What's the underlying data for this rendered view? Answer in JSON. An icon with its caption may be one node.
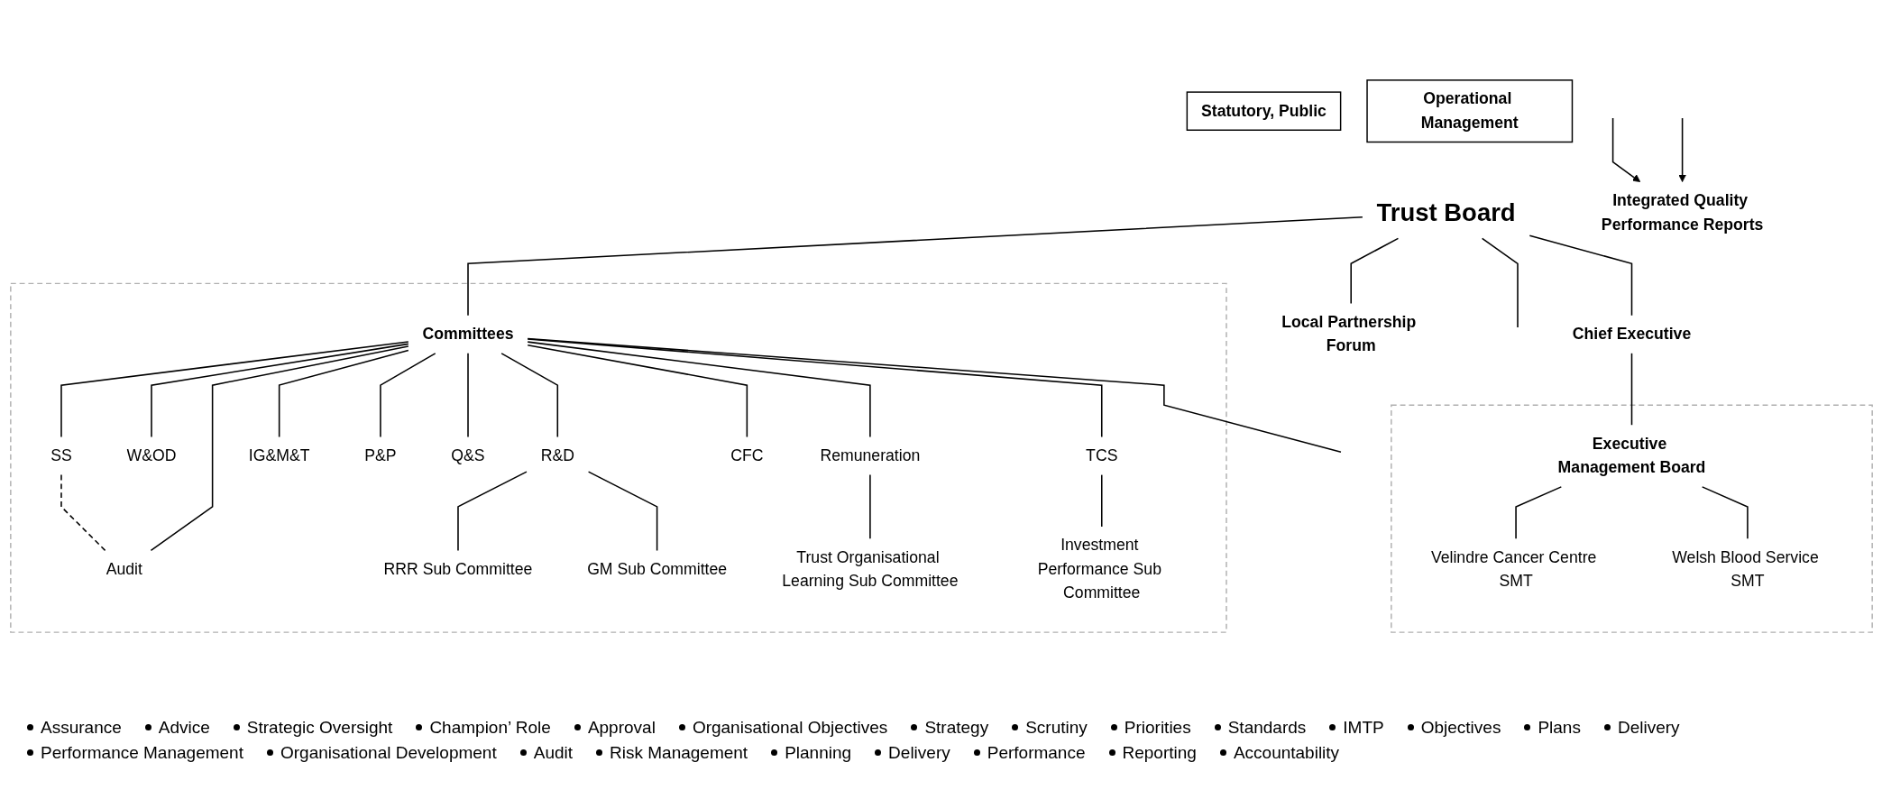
{
  "diagram": {
    "nodes": [
      {
        "text": [
          "Statutory, Public"
        ]
      },
      {
        "text": [
          "Trust Board"
        ]
      },
      {
        "text": [
          "Operational Management"
        ]
      },
      {
        "text": [
          "Local Partnership Forum"
        ]
      },
      {
        "text": [],
        "shape": "box"
      },
      {
        "text": [
          "Committees"
        ],
        "in": 4
      },
      {
        "text": [
          "SS"
        ],
        "in": 4
      },
      {
        "text": [
          "Audit"
        ],
        "in": 4
      },
      {
        "text": [
          "W&OD"
        ],
        "in": 4
      },
      {
        "text": [
          "R&D"
        ],
        "in": 4
      },
      {
        "text": [
          "IG&M&T"
        ],
        "in": 4
      },
      {
        "text": [
          "P&P"
        ],
        "in": 4
      },
      {
        "text": [
          "Q&S"
        ],
        "in": 4
      },
      {
        "text": [
          "Remuneration"
        ],
        "in": 4
      },
      {
        "text": [
          "CFC"
        ],
        "in": 4
      },
      {
        "text": [
          "TCS"
        ],
        "in": 4
      },
      {
        "text": [
          "RRR Sub Committee"
        ],
        "in": 4
      },
      {
        "text": [
          "GM Sub Committee"
        ],
        "in": 4
      },
      {
        "text": [
          "Trust Organisational Learning Sub Committee"
        ],
        "in": 4
      },
      {
        "text": [
          "Investment Performance Sub Committee"
        ],
        "in": 4
      },
      {
        "text": [
          "Chief Executive"
        ]
      },
      {
        "text": [],
        "shape": "box"
      },
      {
        "text": [
          "Executive Management Board"
        ],
        "in": 21
      },
      {
        "text": [
          "Velindre Cancer Centre SMT"
        ],
        "in": 21
      },
      {
        "text": [
          "Welsh Blood Service SMT"
        ],
        "in": 21
      },
      {
        "text": [
          "Integrated Quality Performance Reports"
        ]
      }
    ],
    "edges": [
      {
        "from": 1,
        "to": 5,
        "arrow": "none"
      },
      {
        "from": 1,
        "to": null,
        "arrow": "none"
      },
      {
        "from": 1,
        "to": 3,
        "arrow": "none"
      },
      {
        "from": 1,
        "to": 20,
        "arrow": "none"
      },
      {
        "from": 5,
        "to": 6,
        "arrow": "none"
      },
      {
        "from": 6,
        "to": 7,
        "arrow": "none",
        "style": "dashed"
      },
      {
        "from": 5,
        "to": 7,
        "arrow": "none"
      },
      {
        "from": 5,
        "to": 8,
        "arrow": "none"
      },
      {
        "from": 5,
        "to": 9,
        "arrow": "none"
      },
      {
        "from": 5,
        "to": 10,
        "arrow": "none"
      },
      {
        "from": 5,
        "to": 11,
        "arrow": "none"
      },
      {
        "from": 5,
        "to": 12,
        "arrow": "none"
      },
      {
        "from": 5,
        "to": 13,
        "arrow": "none"
      },
      {
        "from": 5,
        "to": 14,
        "arrow": "none"
      },
      {
        "from": 5,
        "to": 15,
        "arrow": "none"
      },
      {
        "from": 5,
        "to": null,
        "arrow": "none"
      },
      {
        "from": 9,
        "to": 16,
        "arrow": "none"
      },
      {
        "from": 9,
        "to": 17,
        "arrow": "none"
      },
      {
        "from": 13,
        "to": 18,
        "arrow": "none"
      },
      {
        "from": 15,
        "to": 19,
        "arrow": "none"
      },
      {
        "from": null,
        "to": 25,
        "arrow": "to"
      },
      {
        "from": null,
        "to": 25,
        "arrow": "to"
      },
      {
        "from": 20,
        "to": 22,
        "arrow": "none"
      },
      {
        "from": 22,
        "to": 23,
        "arrow": "none"
      },
      {
        "from": 22,
        "to": 24,
        "arrow": "none"
      }
    ],
    "labels": [
      "Assurance",
      "Advice",
      "Strategic Oversight",
      "Champion’ Role",
      "Approval",
      "Organisational Objectives",
      "Strategy",
      "Scrutiny",
      "Priorities",
      "Standards",
      "IMTP",
      "Objectives",
      "Plans",
      "Delivery",
      "Performance Management",
      "Organisational Development",
      "Audit",
      "Risk Management",
      "Planning",
      "Delivery",
      "Performance",
      "Reporting",
      "Accountability"
    ]
  }
}
